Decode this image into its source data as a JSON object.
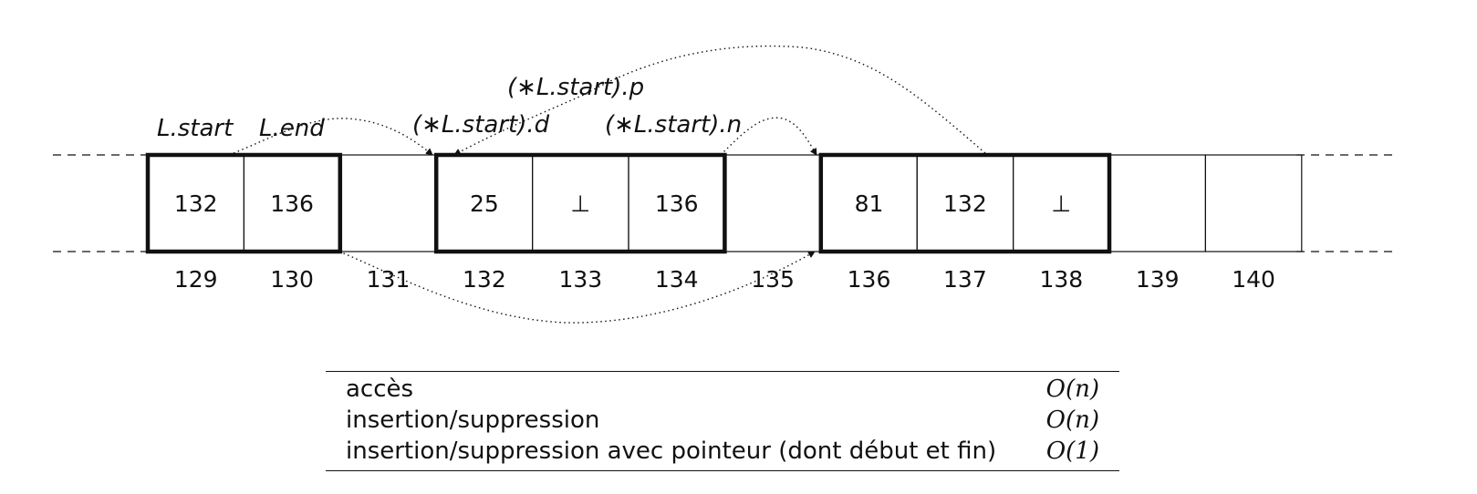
{
  "memory": {
    "indices": [
      "129",
      "130",
      "131",
      "132",
      "133",
      "134",
      "135",
      "136",
      "137",
      "138",
      "139",
      "140"
    ],
    "cells": [
      "132",
      "136",
      "",
      "25",
      "⊥",
      "136",
      "",
      "81",
      "132",
      "⊥",
      "",
      ""
    ],
    "blocks": [
      {
        "name": "list-header-block",
        "from": 0,
        "to": 1
      },
      {
        "name": "node-block-132",
        "from": 3,
        "to": 5
      },
      {
        "name": "node-block-136",
        "from": 7,
        "to": 9
      }
    ],
    "pointer_labels": {
      "l_start": "L.start",
      "l_end": "L.end",
      "start_d": "(∗L.start).d",
      "start_p": "(∗L.start).p",
      "start_n": "(∗L.start).n"
    }
  },
  "complexity_table": {
    "rows": [
      {
        "operation": "accès",
        "cost": "O(n)"
      },
      {
        "operation": "insertion/suppression",
        "cost": "O(n)"
      },
      {
        "operation": "insertion/suppression avec pointeur (dont début et fin)",
        "cost": "O(1)"
      }
    ]
  }
}
